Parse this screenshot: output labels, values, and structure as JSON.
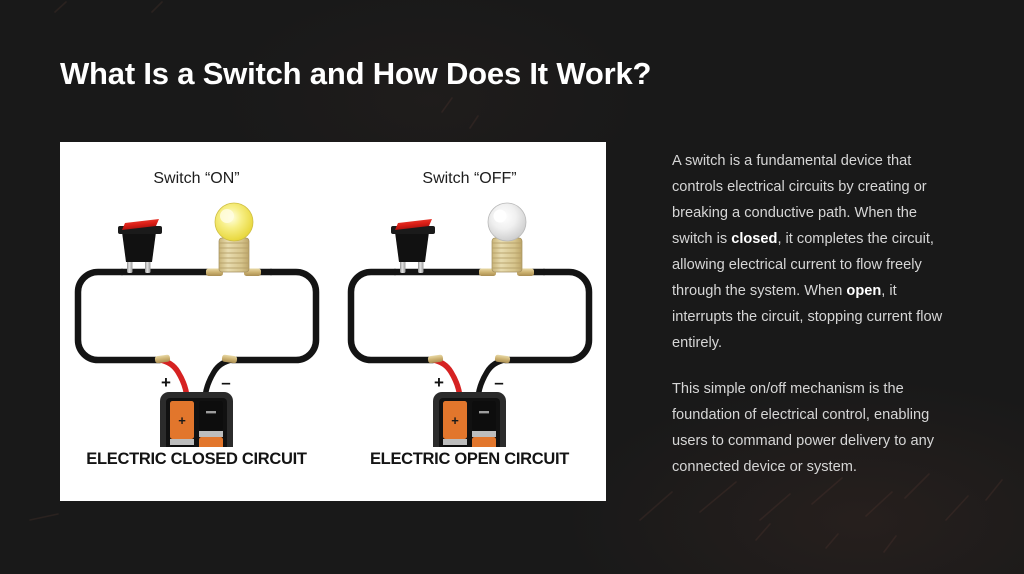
{
  "slide": {
    "background_color": "#191919",
    "title": "What Is a Switch and How Does It Work?"
  },
  "figure": {
    "card_background": "#ffffff",
    "panels": [
      {
        "id": "closed-circuit",
        "switch_label": "Switch “ON”",
        "caption": "ELECTRIC CLOSED CIRCUIT",
        "bulb_state": "lit",
        "bulb_color": "#f2e34a",
        "switch_body_color": "#111111",
        "switch_rocker_color": "#e01b1b",
        "battery_case_color": "#2b2b2b",
        "battery_cell_color": "#e2762c",
        "positive_terminal_label": "+",
        "negative_terminal_label": "–",
        "battery_cell_labels": [
          "+",
          "–",
          "–",
          "+"
        ],
        "positive_wire_color": "#d62222",
        "negative_wire_color": "#141414"
      },
      {
        "id": "open-circuit",
        "switch_label": "Switch “OFF”",
        "caption": "ELECTRIC OPEN CIRCUIT",
        "bulb_state": "unlit",
        "bulb_color": "#e9e9e9",
        "switch_body_color": "#111111",
        "switch_rocker_color": "#e01b1b",
        "battery_case_color": "#2b2b2b",
        "battery_cell_color": "#e2762c",
        "positive_terminal_label": "+",
        "negative_terminal_label": "–",
        "battery_cell_labels": [
          "+",
          "–",
          "–",
          "+"
        ],
        "positive_wire_color": "#d62222",
        "negative_wire_color": "#141414"
      }
    ]
  },
  "body": {
    "paragraph_1": {
      "part_1": "A switch is a fundamental device that controls electrical circuits by creating or breaking a conductive path. When the switch is ",
      "emphasis_1": "closed",
      "part_2": ", it completes the circuit, allowing electrical current to flow freely through the system. When ",
      "emphasis_2": "open",
      "part_3": ", it interrupts the circuit, stopping current flow entirely."
    },
    "paragraph_2": "This simple on/off mechanism is the foundation of electrical control, enabling users to command power delivery to any connected device or system."
  }
}
